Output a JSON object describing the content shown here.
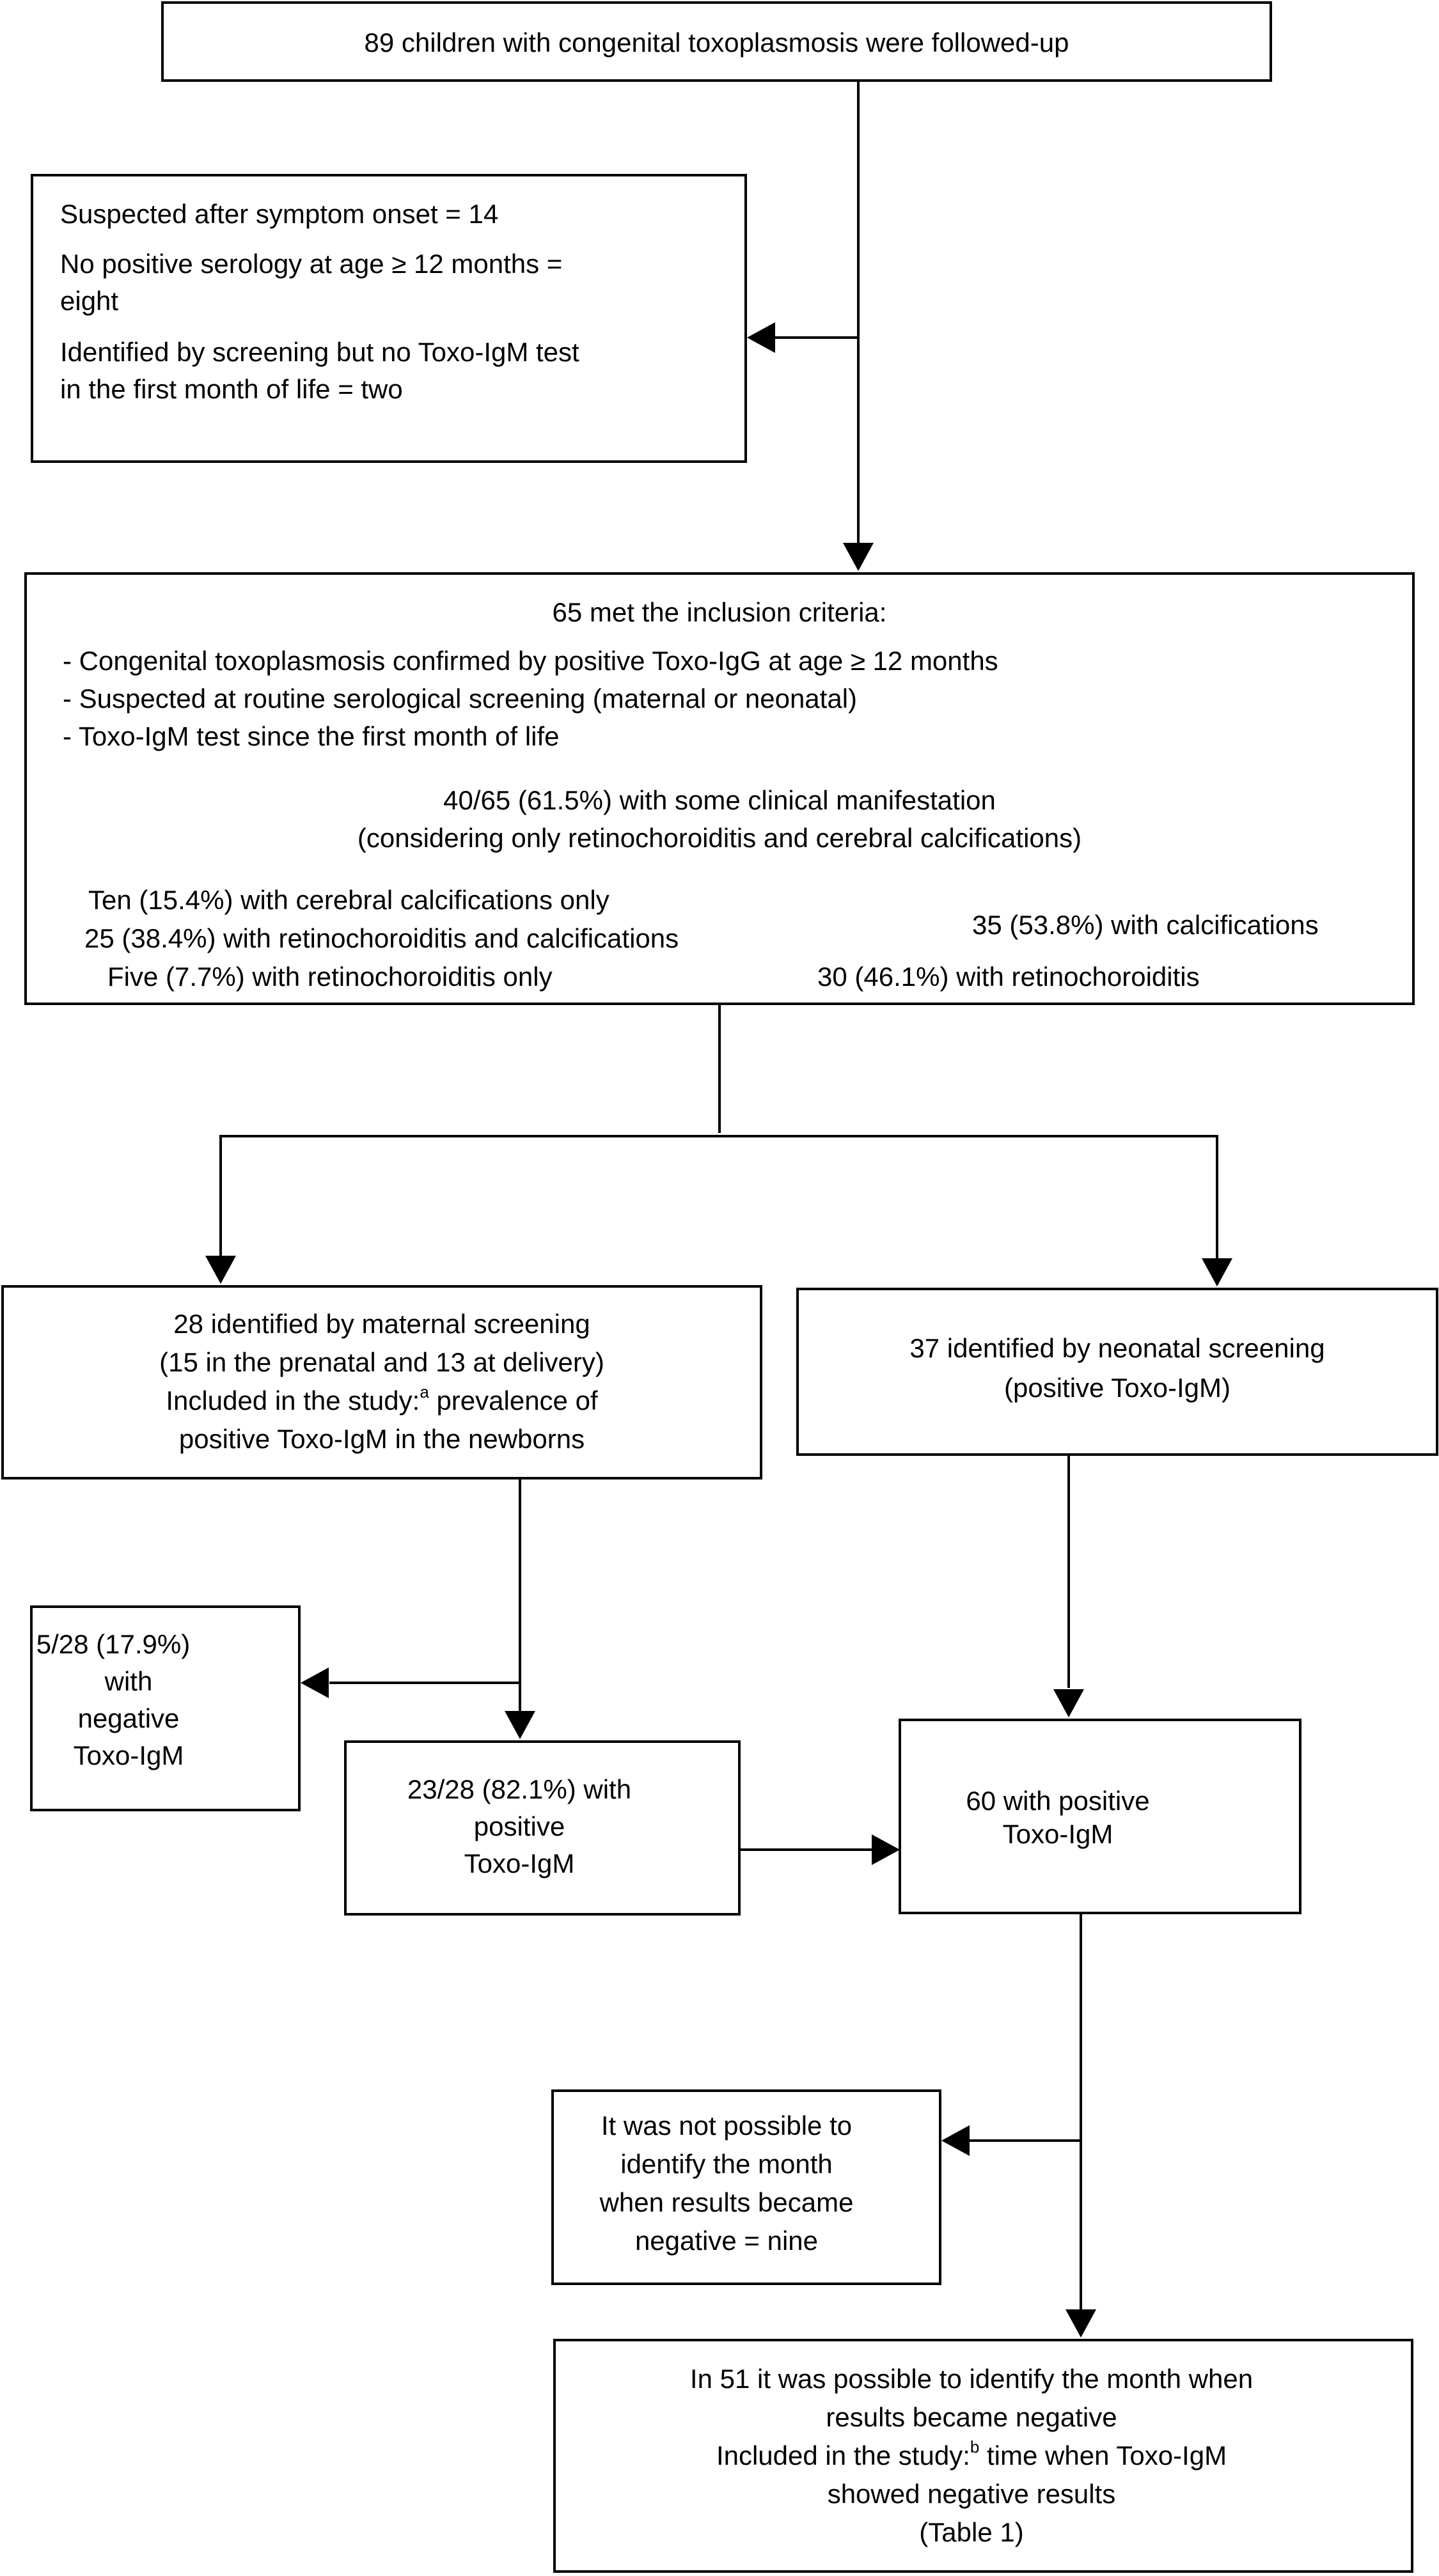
{
  "nodes": {
    "followed": {
      "text": "89 children with congenital toxoplasmosis were followed-up"
    },
    "excluded": {
      "lines": [
        "Suspected after symptom onset = 14",
        "No positive serology at age ≥ 12 months =",
        "eight",
        "Identified by screening but no Toxo-IgM test",
        "in the first month of life = two"
      ]
    },
    "inclusion": {
      "title": "65 met the inclusion criteria:",
      "criteria": [
        "- Congenital toxoplasmosis confirmed by positive Toxo-IgG at age ≥ 12 months",
        "- Suspected at routine serological screening (maternal or neonatal)",
        "- Toxo-IgM test since the first month of life"
      ],
      "summary_1": "40/65 (61.5%) with some clinical manifestation",
      "summary_2": "(considering only retinochoroiditis and cerebral calcifications)",
      "breakdown": [
        "Ten (15.4%) with cerebral calcifications only",
        "25 (38.4%) with retinochoroiditis and calcifications",
        "Five (7.7%) with retinochoroiditis only"
      ],
      "calcifications_total": "35 (53.8%) with calcifications",
      "retinochoroiditis_total": "30 (46.1%) with retinochoroiditis"
    },
    "maternal": {
      "line_1": "28 identified by maternal screening",
      "line_2": "(15 in the prenatal and 13 at delivery)",
      "line_3a": "Included in the study:",
      "line_3_sup": "a",
      "line_3b": " prevalence of",
      "line_4": "positive Toxo-IgM in the newborns"
    },
    "neonatal": {
      "line_1": "37 identified by neonatal screening",
      "line_2": "(positive Toxo-IgM)"
    },
    "negative": {
      "lines": [
        "5/28 (17.9%)",
        "with",
        "negative",
        "Toxo-IgM"
      ]
    },
    "positive_maternal": {
      "lines": [
        "23/28 (82.1%) with",
        "positive",
        "Toxo-IgM"
      ]
    },
    "positive_all": {
      "lines": [
        "60 with positive",
        "Toxo-IgM"
      ]
    },
    "not_identified": {
      "lines": [
        "It was not possible to",
        "identify the month",
        "when results became",
        "negative = nine"
      ]
    },
    "identified": {
      "line_1": "In 51 it was possible to identify the month when",
      "line_2": "results became negative",
      "line_3a": "Included in the study:",
      "line_3_sup": "b",
      "line_3b": " time when Toxo-IgM",
      "line_4": "showed negative results",
      "line_5": "(Table 1)"
    }
  },
  "colors": {
    "box_border": "#000000",
    "arrow": "#000000",
    "bracket": "#2b3a8c"
  }
}
